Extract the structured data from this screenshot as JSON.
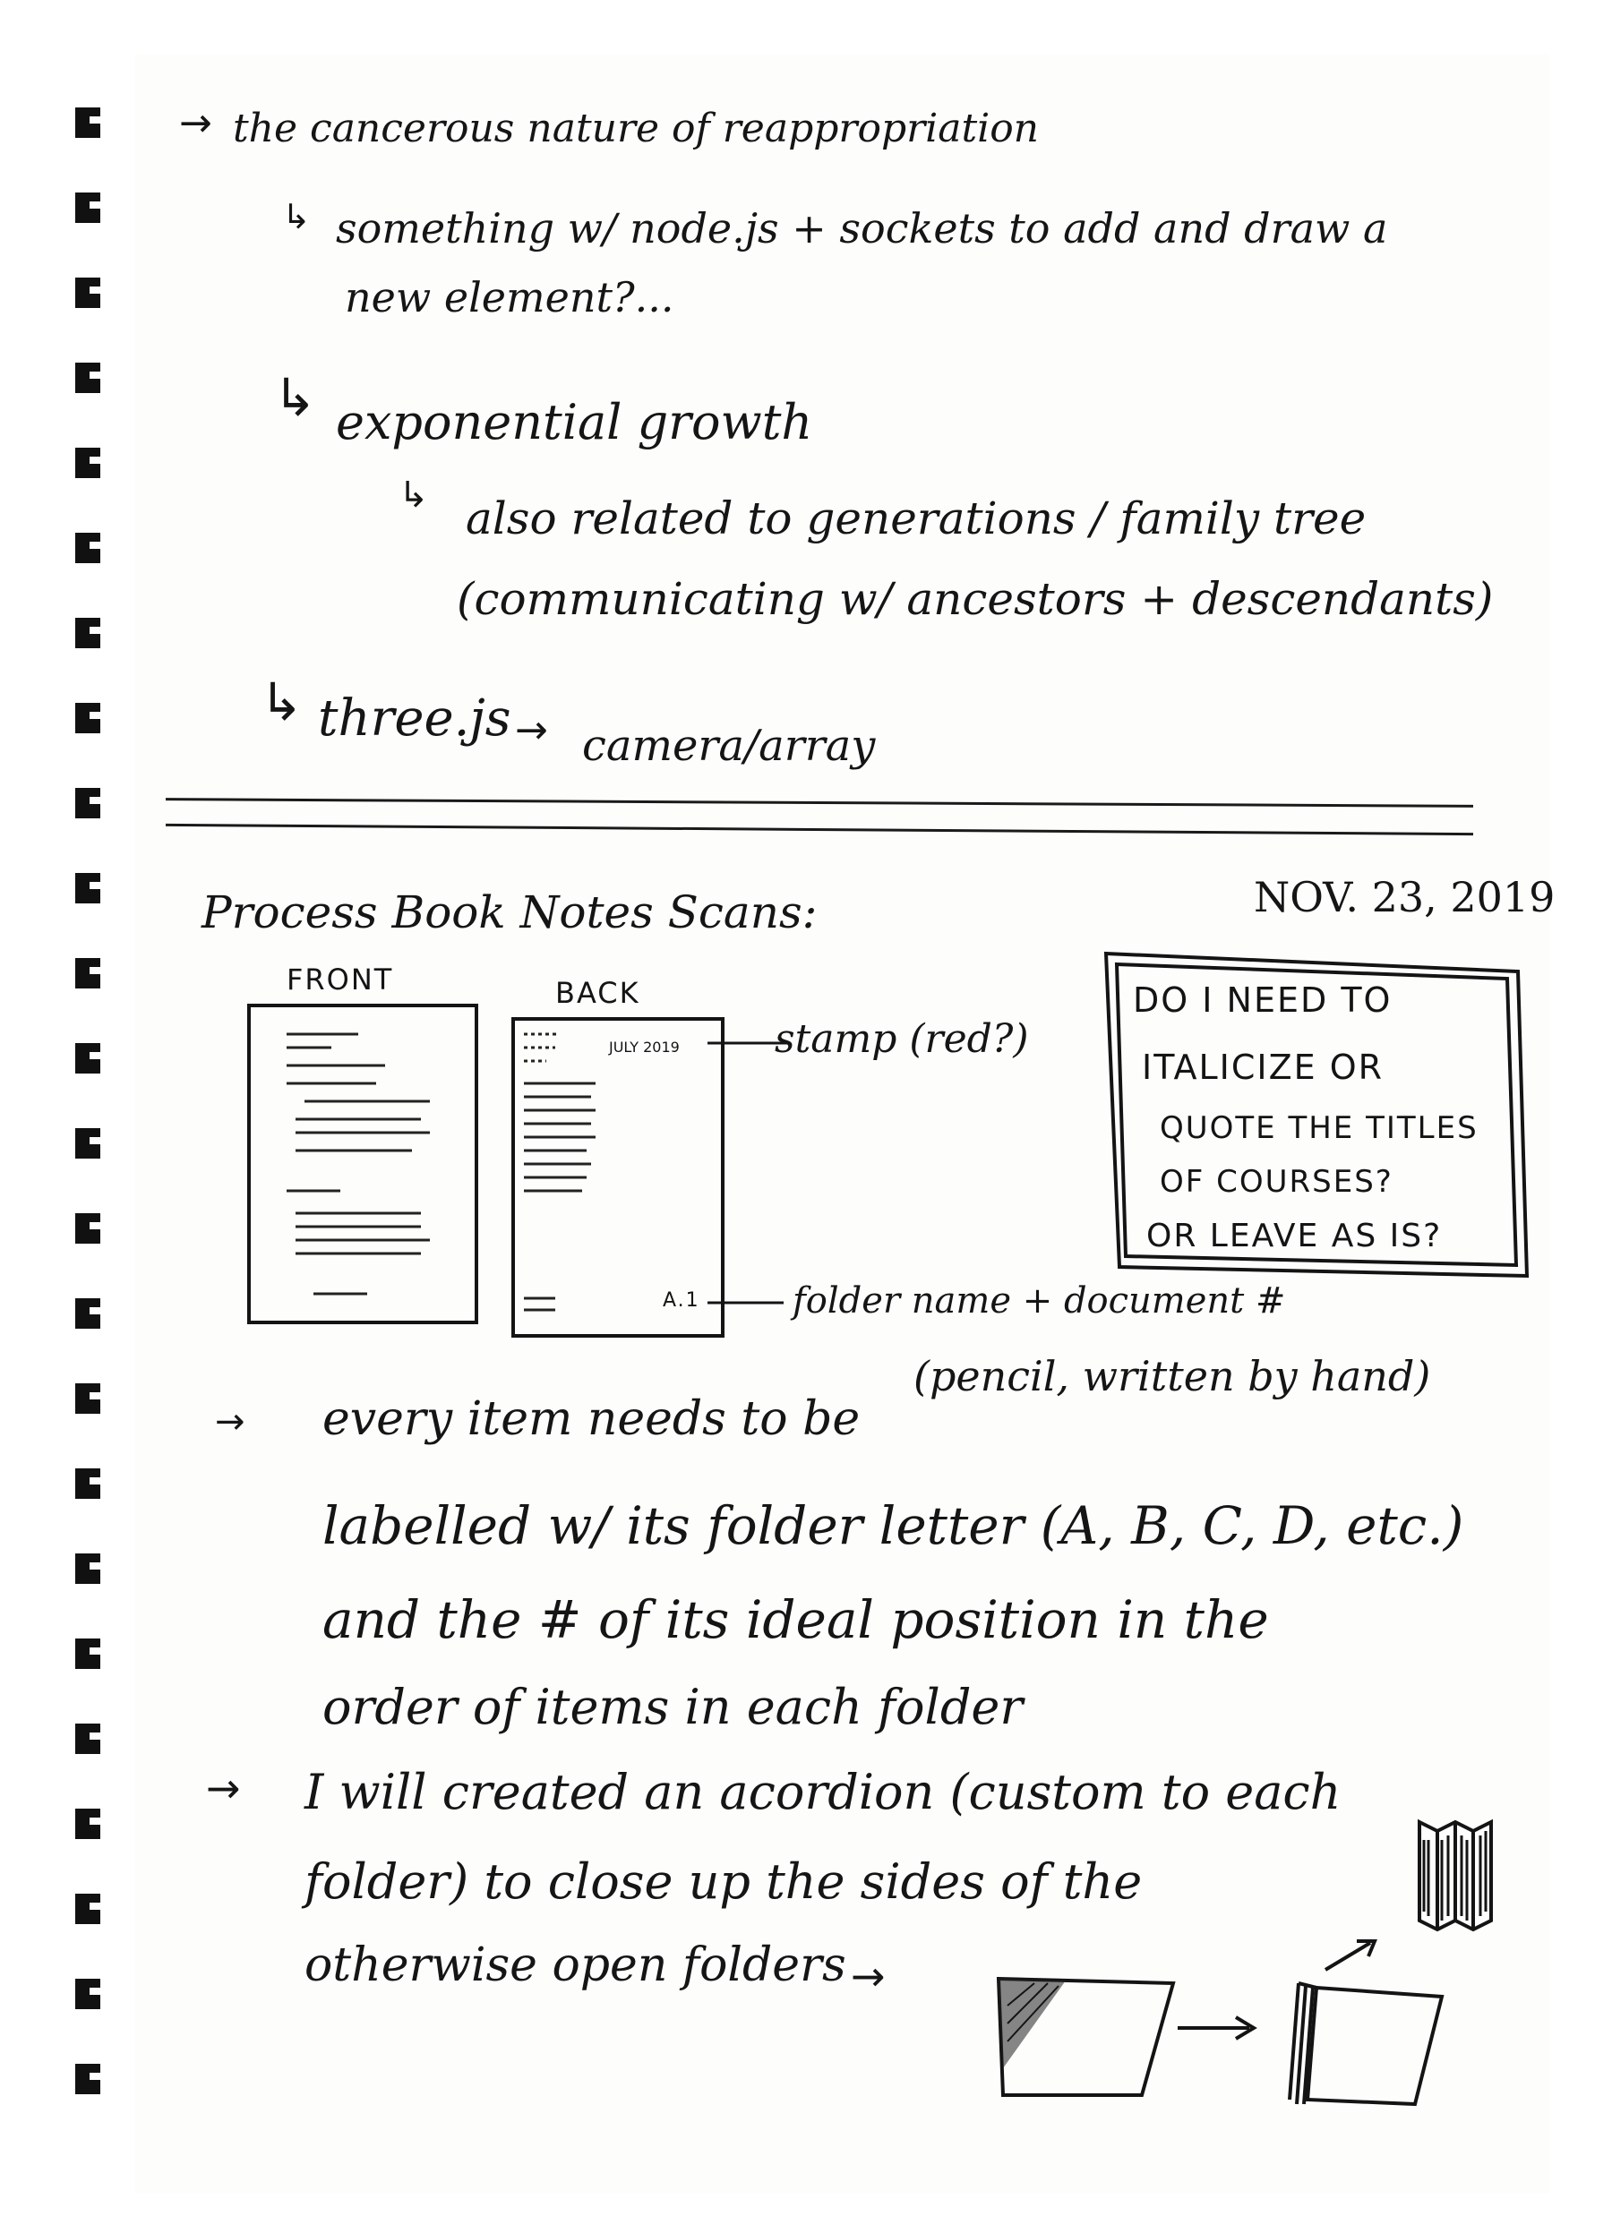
{
  "notes_top": {
    "line1": "the cancerous nature of reappropriation",
    "line2": "something w/ node.js + sockets to add and draw a",
    "line3": "new element?...",
    "line4": "exponential growth",
    "line5": "also related to generations / family tree",
    "line6": "(communicating w/ ancestors + descendants)",
    "line7a": "three.js",
    "line7b": "camera/array"
  },
  "section": {
    "heading": "Process Book Notes Scans:",
    "date": "NOV. 23, 2019"
  },
  "diagram": {
    "front_label": "FRONT",
    "back_label": "BACK",
    "back_stamp_text": "JULY 2019",
    "back_code_text": "A.1",
    "stamp_note": "stamp (red?)",
    "folder_note_1": "folder name + document #",
    "folder_note_2": "(pencil, written by hand)"
  },
  "question_box": {
    "line1": "DO I NEED TO",
    "line2": "ITALICIZE OR",
    "line3": "QUOTE THE TITLES",
    "line4": "OF COURSES?",
    "line5": "OR LEAVE AS IS?"
  },
  "notes_bottom": {
    "line1": "every item needs to be",
    "line2": "labelled w/ its folder letter (A, B, C, D, etc.)",
    "line3": "and the # of its ideal position in the",
    "line4": "order of items in each folder",
    "line5": "I will created an acordion (custom to each",
    "line6": "folder) to close up the sides of the",
    "line7": "otherwise open folders"
  }
}
